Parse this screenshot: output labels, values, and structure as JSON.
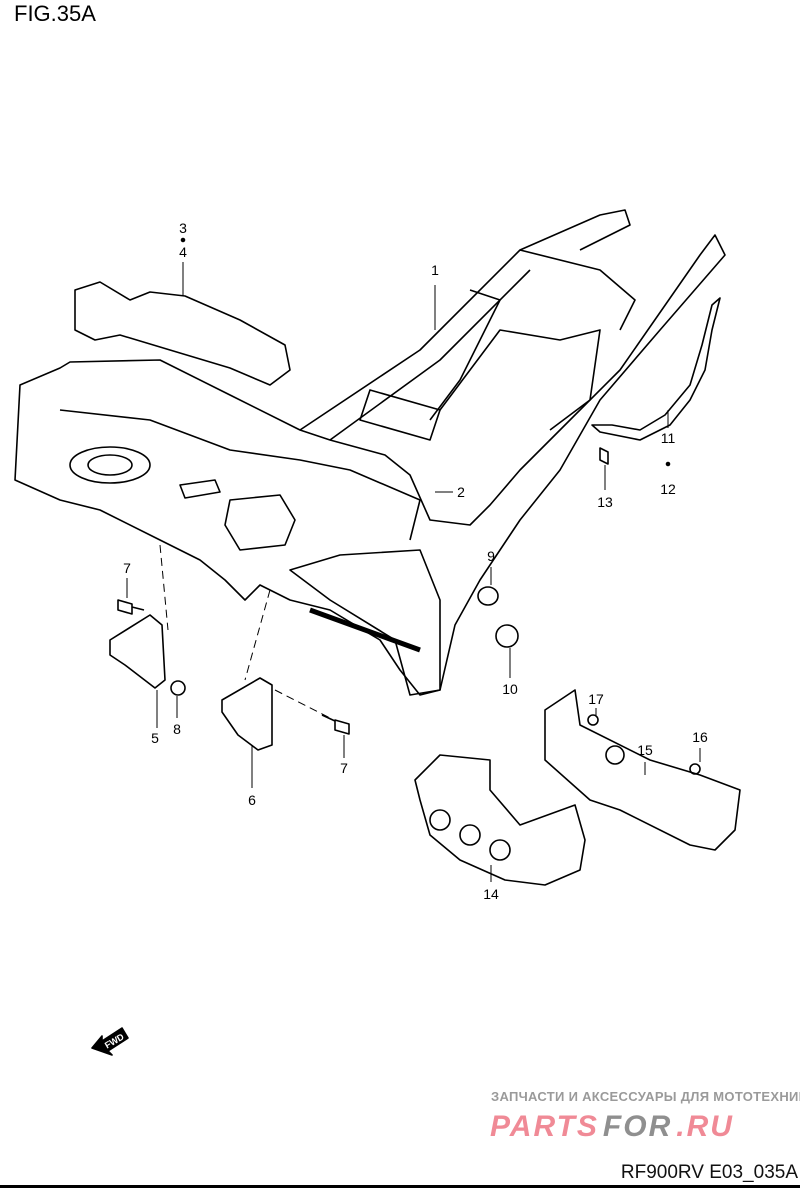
{
  "figure_title": "FIG.35A",
  "drawing_code": "RF900RV E03_035A",
  "fwd_label": "FWD",
  "watermark": {
    "tagline": "ЗАПЧАСТИ И АКСЕССУАРЫ ДЛЯ МОТОТЕХНИКИ",
    "brand_part1": "PARTS",
    "brand_part2": "FOR",
    "brand_part3": ".RU"
  },
  "callouts": [
    {
      "id": "c1",
      "text": "1"
    },
    {
      "id": "c2",
      "text": "2"
    },
    {
      "id": "c3",
      "text": "3"
    },
    {
      "id": "c4",
      "text": "4"
    },
    {
      "id": "c5",
      "text": "5"
    },
    {
      "id": "c6",
      "text": "6"
    },
    {
      "id": "c7a",
      "text": "7"
    },
    {
      "id": "c7b",
      "text": "7"
    },
    {
      "id": "c8",
      "text": "8"
    },
    {
      "id": "c9",
      "text": "9"
    },
    {
      "id": "c10",
      "text": "10"
    },
    {
      "id": "c11",
      "text": "11"
    },
    {
      "id": "c12",
      "text": "12"
    },
    {
      "id": "c13",
      "text": "13"
    },
    {
      "id": "c14",
      "text": "14"
    },
    {
      "id": "c15",
      "text": "15"
    },
    {
      "id": "c16",
      "text": "16"
    },
    {
      "id": "c17",
      "text": "17"
    }
  ]
}
